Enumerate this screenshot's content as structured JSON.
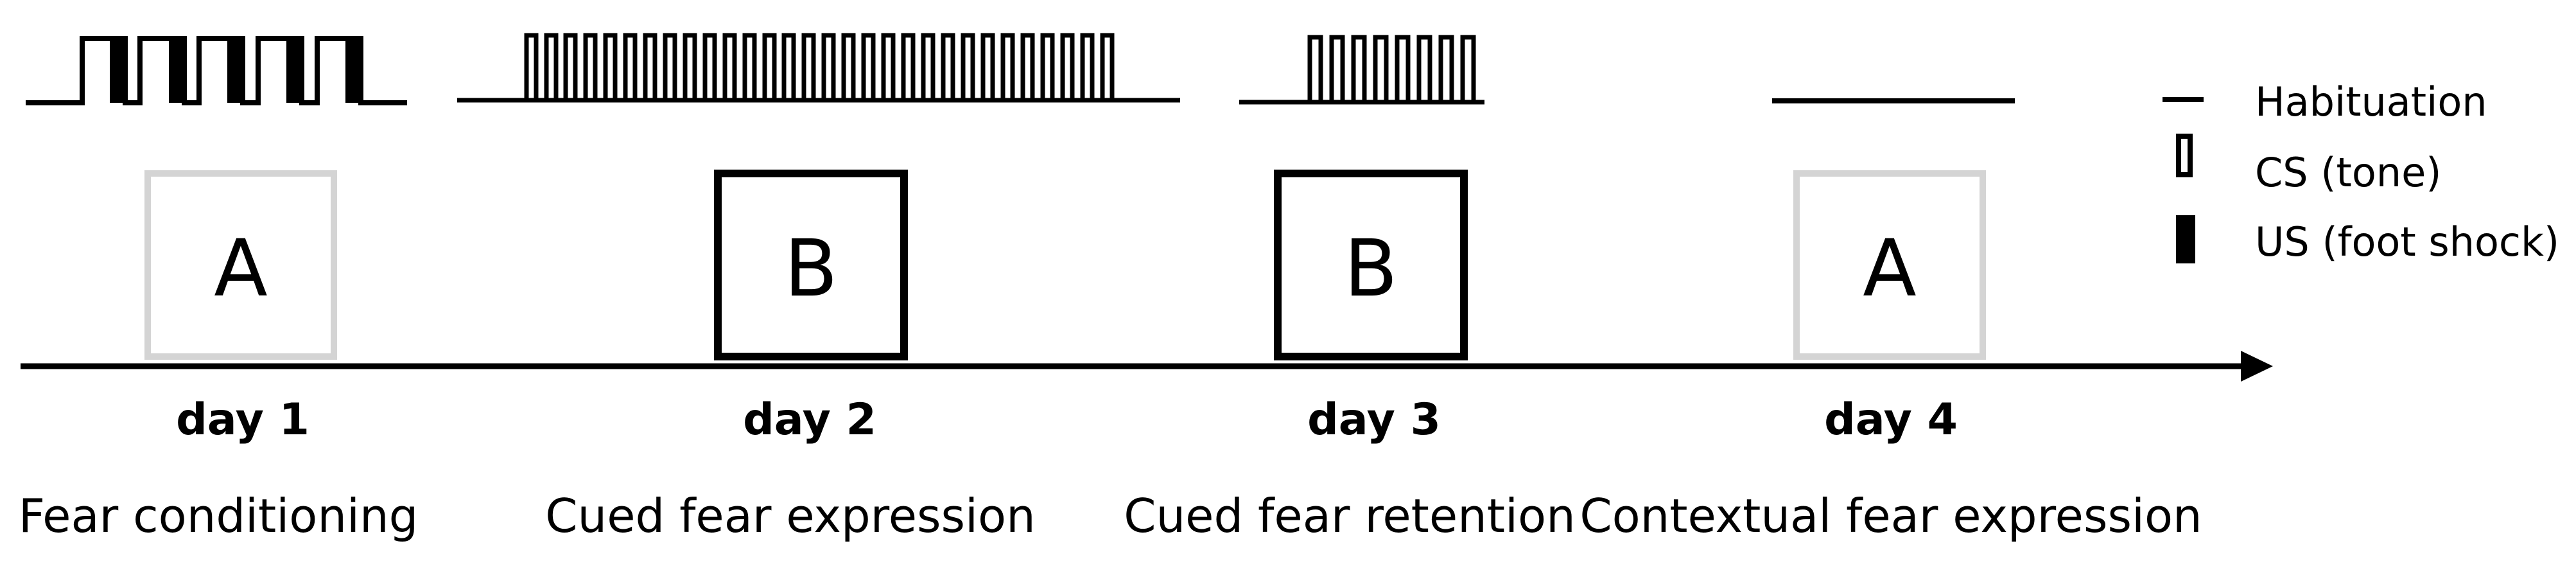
{
  "sessions": [
    {
      "day_label": "day 1",
      "phase_label": "Fear conditioning",
      "context": "A",
      "context_color": "#d4d4d4",
      "habituation": true,
      "cs_count": 5,
      "us_paired": true
    },
    {
      "day_label": "day 2",
      "phase_label": "Cued fear expression",
      "context": "B",
      "context_color": "#000000",
      "habituation": true,
      "cs_count": 30,
      "us_paired": false
    },
    {
      "day_label": "day 3",
      "phase_label": "Cued fear retention",
      "context": "B",
      "context_color": "#000000",
      "habituation": true,
      "cs_count": 8,
      "us_paired": false
    },
    {
      "day_label": "day 4",
      "phase_label": "Contextual fear expression",
      "context": "A",
      "context_color": "#d4d4d4",
      "habituation": true,
      "cs_count": 0,
      "us_paired": false
    }
  ],
  "legend": {
    "habituation": "Habituation",
    "cs": "CS (tone)",
    "us": "US (foot shock)"
  },
  "colors": {
    "ink": "#000000",
    "context_a": "#d4d4d4",
    "context_b": "#000000"
  }
}
